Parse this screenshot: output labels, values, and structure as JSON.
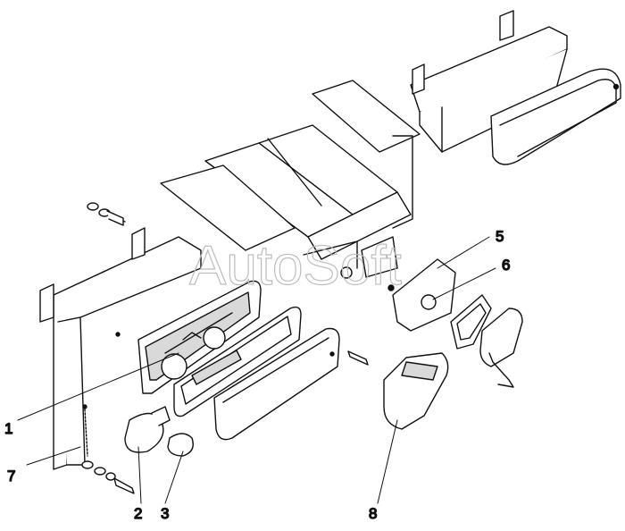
{
  "watermark": "AutoSoft",
  "callouts": [
    {
      "id": "callout-1",
      "label": "1"
    },
    {
      "id": "callout-2",
      "label": "2"
    },
    {
      "id": "callout-3",
      "label": "3"
    },
    {
      "id": "callout-5",
      "label": "5"
    },
    {
      "id": "callout-6",
      "label": "6"
    },
    {
      "id": "callout-7",
      "label": "7"
    },
    {
      "id": "callout-8",
      "label": "8"
    }
  ],
  "colors": {
    "line": "#111111",
    "shade": "#d9d9d9",
    "watermark": "#bdbdbd",
    "background": "#ffffff"
  }
}
